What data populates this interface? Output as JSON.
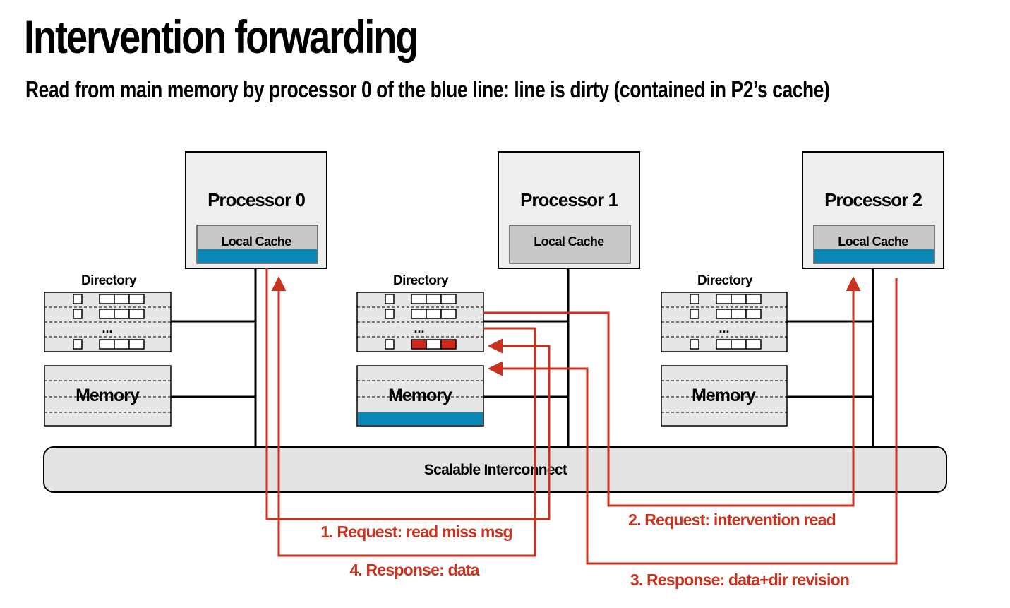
{
  "title": "Intervention forwarding",
  "subtitle": "Read from main memory by processor 0 of the blue line: line is dirty (contained in P2’s cache)",
  "colors": {
    "accent_red": "#c8321e",
    "cache_blue": "#0b87b6",
    "box_gray": "#e6e6e6",
    "cache_gray": "#c8c8c8"
  },
  "nodes": [
    {
      "processor": "Processor 0",
      "cache": "Local Cache",
      "directory": "Directory",
      "memory": "Memory",
      "ellipsis": "..."
    },
    {
      "processor": "Processor 1",
      "cache": "Local Cache",
      "directory": "Directory",
      "memory": "Memory",
      "ellipsis": "..."
    },
    {
      "processor": "Processor 2",
      "cache": "Local Cache",
      "directory": "Directory",
      "memory": "Memory",
      "ellipsis": "..."
    }
  ],
  "interconnect": "Scalable Interconnect",
  "messages": [
    {
      "step": "1. Request: read miss msg"
    },
    {
      "step": "2. Request: intervention read"
    },
    {
      "step": "3. Response: data+dir revision"
    },
    {
      "step": "4. Response: data"
    }
  ]
}
